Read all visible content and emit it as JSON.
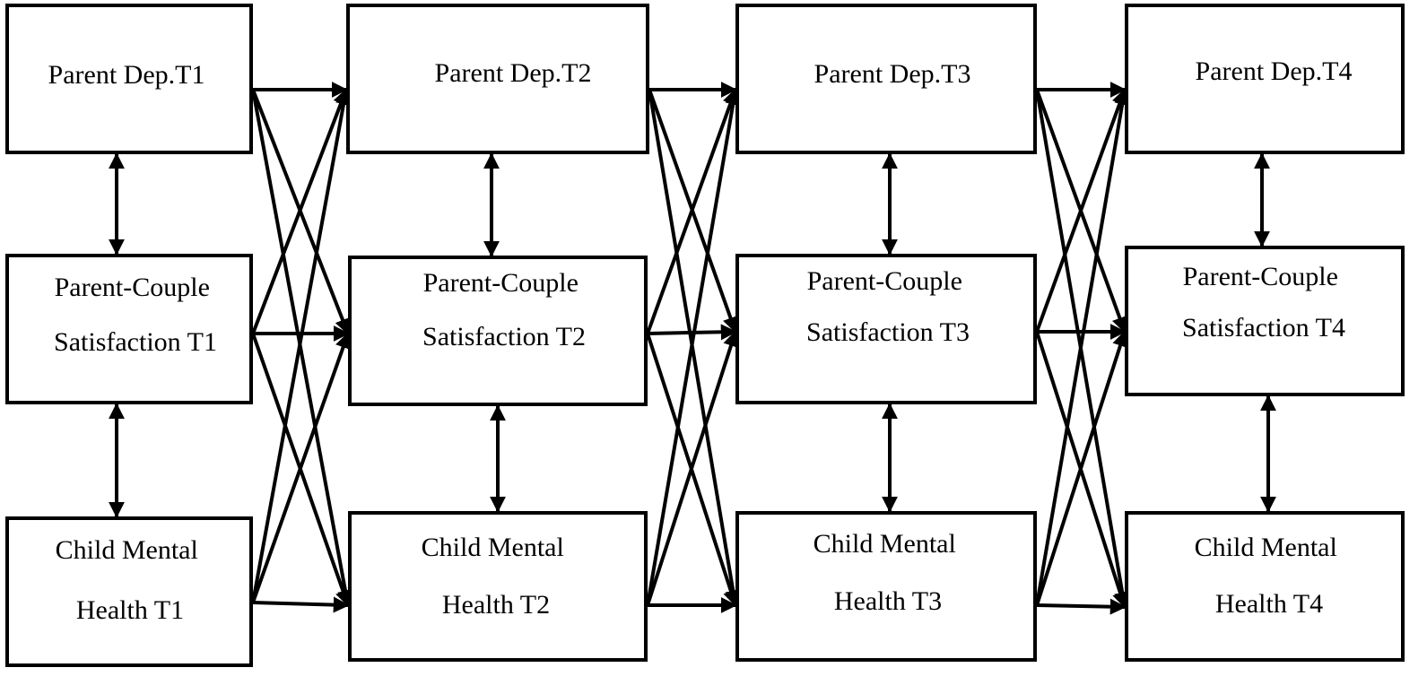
{
  "nodes": {
    "dep_t1": {
      "lines": [
        "Parent Dep.T1"
      ]
    },
    "dep_t2": {
      "lines": [
        "Parent Dep.T2"
      ]
    },
    "dep_t3": {
      "lines": [
        "Parent Dep.T3"
      ]
    },
    "dep_t4": {
      "lines": [
        "Parent Dep.T4"
      ]
    },
    "sat_t1": {
      "lines": [
        "Parent-Couple",
        "Satisfaction T1"
      ]
    },
    "sat_t2": {
      "lines": [
        "Parent-Couple",
        "Satisfaction T2"
      ]
    },
    "sat_t3": {
      "lines": [
        "Parent-Couple",
        "Satisfaction T3"
      ]
    },
    "sat_t4": {
      "lines": [
        "Parent-Couple",
        "Satisfaction T4"
      ]
    },
    "cmh_t1": {
      "lines": [
        "Child Mental",
        "Health T1"
      ]
    },
    "cmh_t2": {
      "lines": [
        "Child Mental",
        "Health T2"
      ]
    },
    "cmh_t3": {
      "lines": [
        "Child Mental",
        "Health T3"
      ]
    },
    "cmh_t4": {
      "lines": [
        "Child Mental",
        "Health T4"
      ]
    }
  },
  "edges": {
    "directed": [
      [
        "dep_t1",
        "dep_t2"
      ],
      [
        "dep_t1",
        "sat_t2"
      ],
      [
        "dep_t1",
        "cmh_t2"
      ],
      [
        "sat_t1",
        "dep_t2"
      ],
      [
        "sat_t1",
        "sat_t2"
      ],
      [
        "sat_t1",
        "cmh_t2"
      ],
      [
        "cmh_t1",
        "dep_t2"
      ],
      [
        "cmh_t1",
        "sat_t2"
      ],
      [
        "cmh_t1",
        "cmh_t2"
      ],
      [
        "dep_t2",
        "dep_t3"
      ],
      [
        "dep_t2",
        "sat_t3"
      ],
      [
        "dep_t2",
        "cmh_t3"
      ],
      [
        "sat_t2",
        "dep_t3"
      ],
      [
        "sat_t2",
        "sat_t3"
      ],
      [
        "sat_t2",
        "cmh_t3"
      ],
      [
        "cmh_t2",
        "dep_t3"
      ],
      [
        "cmh_t2",
        "sat_t3"
      ],
      [
        "cmh_t2",
        "cmh_t3"
      ],
      [
        "dep_t3",
        "dep_t4"
      ],
      [
        "dep_t3",
        "sat_t4"
      ],
      [
        "dep_t3",
        "cmh_t4"
      ],
      [
        "sat_t3",
        "dep_t4"
      ],
      [
        "sat_t3",
        "sat_t4"
      ],
      [
        "sat_t3",
        "cmh_t4"
      ],
      [
        "cmh_t3",
        "dep_t4"
      ],
      [
        "cmh_t3",
        "sat_t4"
      ],
      [
        "cmh_t3",
        "cmh_t4"
      ]
    ],
    "bidirectional": [
      [
        "dep_t1",
        "sat_t1"
      ],
      [
        "sat_t1",
        "cmh_t1"
      ],
      [
        "dep_t2",
        "sat_t2"
      ],
      [
        "sat_t2",
        "cmh_t2"
      ],
      [
        "dep_t3",
        "sat_t3"
      ],
      [
        "sat_t3",
        "cmh_t3"
      ],
      [
        "dep_t4",
        "sat_t4"
      ],
      [
        "sat_t4",
        "cmh_t4"
      ]
    ]
  },
  "colors": {
    "stroke": "#000000",
    "background": "#ffffff"
  }
}
